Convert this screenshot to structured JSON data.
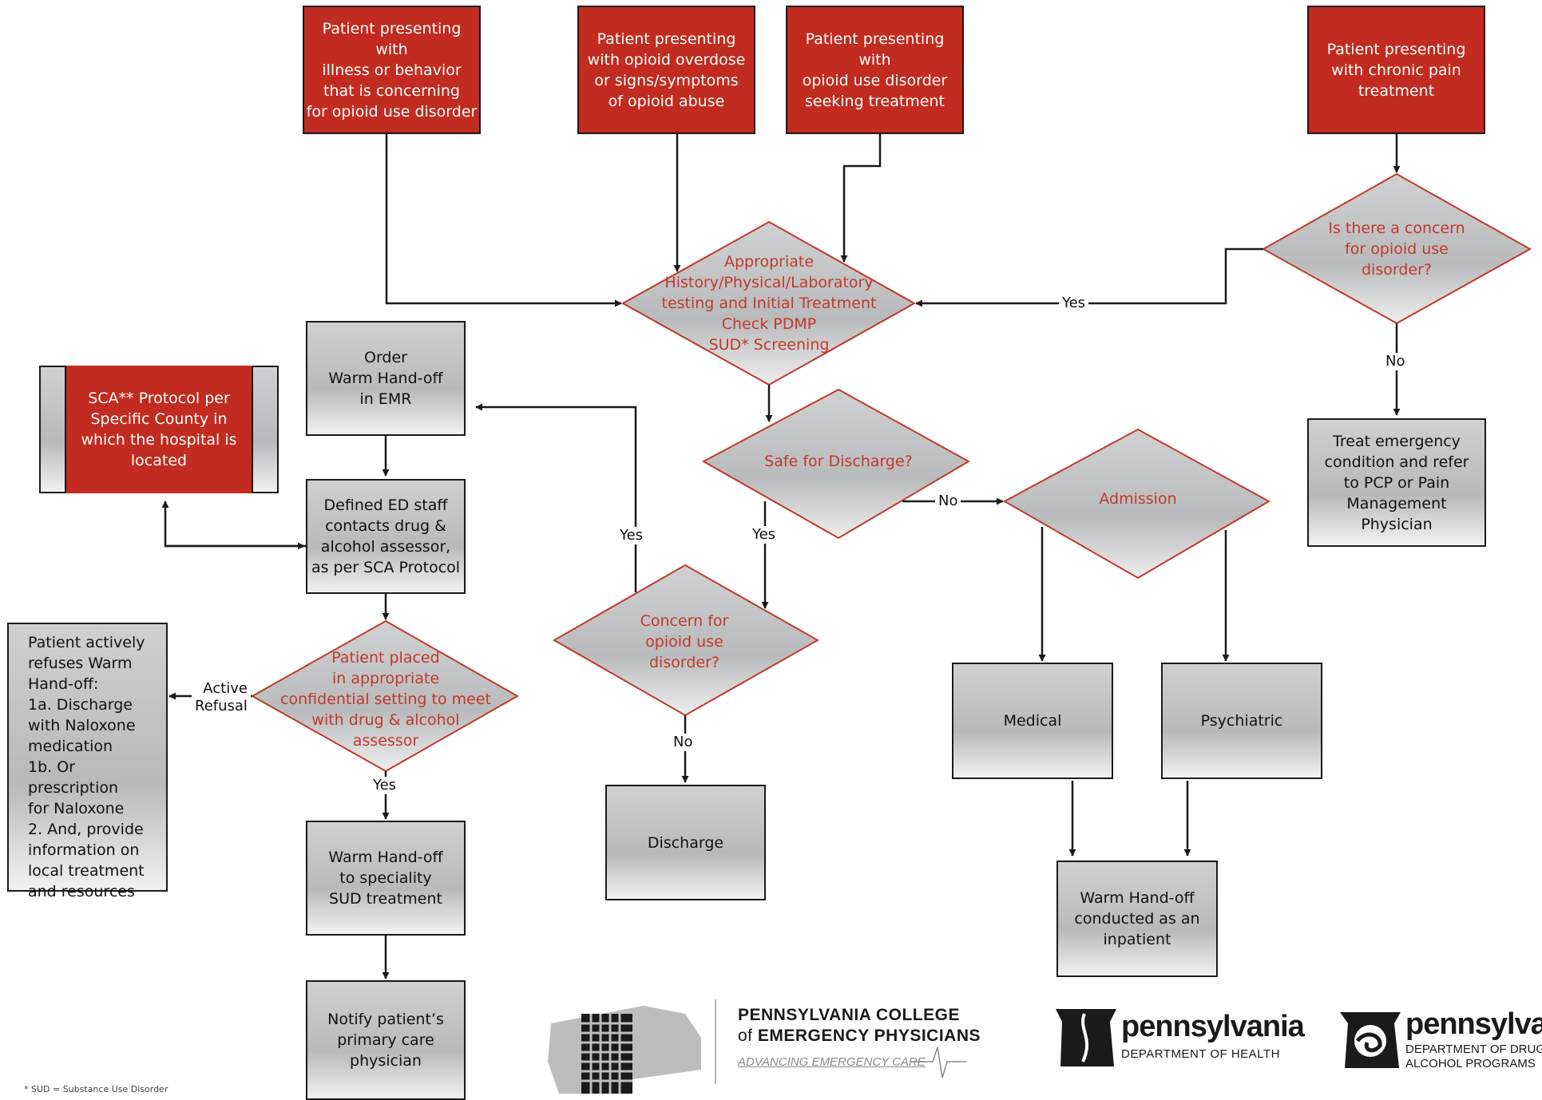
{
  "colors": {
    "red": "#c22b1f",
    "diamond_text": "#c0392b",
    "line": "#1a1a1a"
  },
  "start_nodes": {
    "illness": "Patient presenting with\nillness or behavior\nthat is concerning\nfor opioid use disorder",
    "overdose": "Patient presenting\nwith opioid overdose\nor signs/symptoms\nof opioid abuse",
    "seeking": "Patient presenting with\nopioid use disorder\nseeking treatment",
    "chronic": "Patient presenting\nwith chronic pain\ntreatment"
  },
  "decisions": {
    "assessment": "Appropriate\nHistory/Physical/Laboratory\ntesting and Initial Treatment\nCheck PDMP\nSUD* Screening",
    "concern_chronic": "Is there a concern\nfor opioid use\ndisorder?",
    "safe_discharge": "Safe for Discharge?",
    "admission": "Admission",
    "concern_oud": "Concern for\nopioid use\ndisorder?",
    "placed": "Patient placed\nin appropriate\nconfidential setting to meet\nwith drug & alcohol\nassessor"
  },
  "process_nodes": {
    "order_warm": "Order\nWarm Hand-off\nin EMR",
    "sca_protocol": "SCA** Protocol per\nSpecific County in\nwhich the hospital is\nlocated",
    "defined_staff": "Defined ED staff\ncontacts drug &\nalcohol assessor,\nas per SCA Protocol",
    "refuses": "Patient actively\nrefuses Warm\nHand-off:\n1a. Discharge\nwith Naloxone\nmedication\n1b. Or prescription\n for Naloxone\n2. And, provide\ninformation on\nlocal treatment\nand resources",
    "warm_speciality": "Warm Hand-off\nto speciality\nSUD treatment",
    "notify_pcp": "Notify patient’s\nprimary care\nphysician",
    "discharge": "Discharge",
    "medical": "Medical",
    "psychiatric": "Psychiatric",
    "warm_inpatient": "Warm Hand-off\nconducted as an\ninpatient",
    "treat_emergency": "Treat emergency\ncondition and refer\nto PCP or Pain\nManagement\nPhysician"
  },
  "edge_labels": {
    "yes_chronic": "Yes",
    "no_chronic": "No",
    "no_safe": "No",
    "yes_safe": "Yes",
    "yes_concern": "Yes",
    "no_concern": "No",
    "active_refusal": "Active\nRefusal",
    "yes_placed": "Yes"
  },
  "logos": {
    "pacep_line1": "PENNSYLVANIA COLLEGE",
    "pacep_line2_of": "of ",
    "pacep_line2": "EMERGENCY PHYSICIANS",
    "pacep_tagline": "ADVANCING EMERGENCY CARE",
    "doh_name": "pennsylvania",
    "doh_dept": "DEPARTMENT OF HEALTH",
    "ddap_name": "pennsylvan",
    "ddap_dept1": "DEPARTMENT OF DRUG",
    "ddap_dept2": "ALCOHOL PROGRAMS"
  },
  "footnote": "* SUD = Substance Use Disorder"
}
